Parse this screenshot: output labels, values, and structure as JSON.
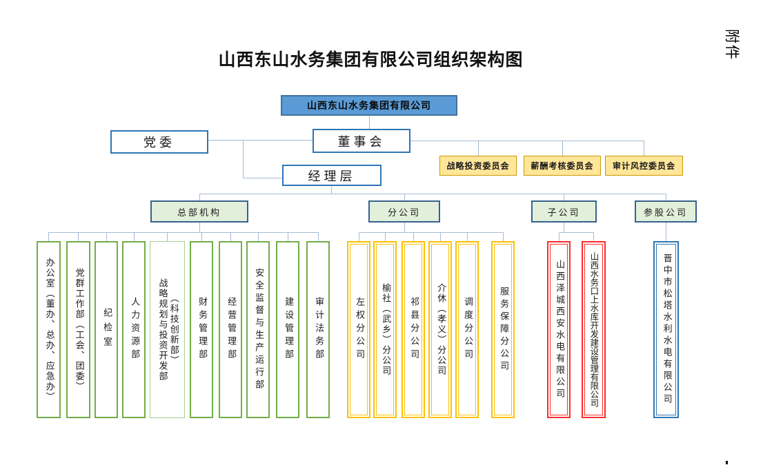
{
  "page": {
    "title": "山西东山水务集团有限公司组织架构图",
    "corner_label": "附件"
  },
  "root_company": {
    "label": "山西东山水务集团有限公司"
  },
  "governance": {
    "party_committee": "党委",
    "board": "董事会",
    "management": "经理层"
  },
  "board_committees": [
    {
      "label": "战略投资委员会"
    },
    {
      "label": "薪酬考核委员会"
    },
    {
      "label": "审计风控委员会"
    }
  ],
  "groups": [
    {
      "label": "总部机构",
      "departments": [
        {
          "label": "办公室（董办、总办、应急办）"
        },
        {
          "label": "党群工作部（工会、团委）"
        },
        {
          "label": "纪检室"
        },
        {
          "label": "人力资源部"
        },
        {
          "label": "战略规划与投资开发部",
          "sublabel": "（科技创新部）"
        },
        {
          "label": "财务管理部"
        },
        {
          "label": "经营管理部"
        },
        {
          "label": "安全监督与生产运行部"
        },
        {
          "label": "建设管理部"
        },
        {
          "label": "审计法务部"
        }
      ]
    },
    {
      "label": "分公司",
      "departments": [
        {
          "label": "左权分公司"
        },
        {
          "label": "榆社（武乡）分公司"
        },
        {
          "label": "祁县分公司"
        },
        {
          "label": "介休（孝义）分公司"
        },
        {
          "label": "调度分公司"
        },
        {
          "label": "服务保障分公司"
        }
      ]
    },
    {
      "label": "子公司",
      "departments": [
        {
          "label": "山西泽城西安水电有限公司"
        },
        {
          "label": "山西水务口上水库开发建设管理有限公司"
        }
      ]
    },
    {
      "label": "参股公司",
      "departments": [
        {
          "label": "晋中市松塔水利水电有限公司"
        }
      ]
    }
  ],
  "colors": {
    "root_fill": "#5B9BD5",
    "root_border": "#41719C",
    "governance_border": "#2E75B6",
    "committee_fill": "#FFE699",
    "committee_border": "#CC9900",
    "group_header_fill": "#E2EFDA",
    "group_header_border": "#35618E",
    "hq_dept_border": "#70AD47",
    "hq_dept_light_border": "#A9D18E",
    "branch_border": "#FFC000",
    "subsidiary_border": "#FF2B2B",
    "stake_border": "#2E75B6",
    "connector": "#A7B9D6"
  }
}
